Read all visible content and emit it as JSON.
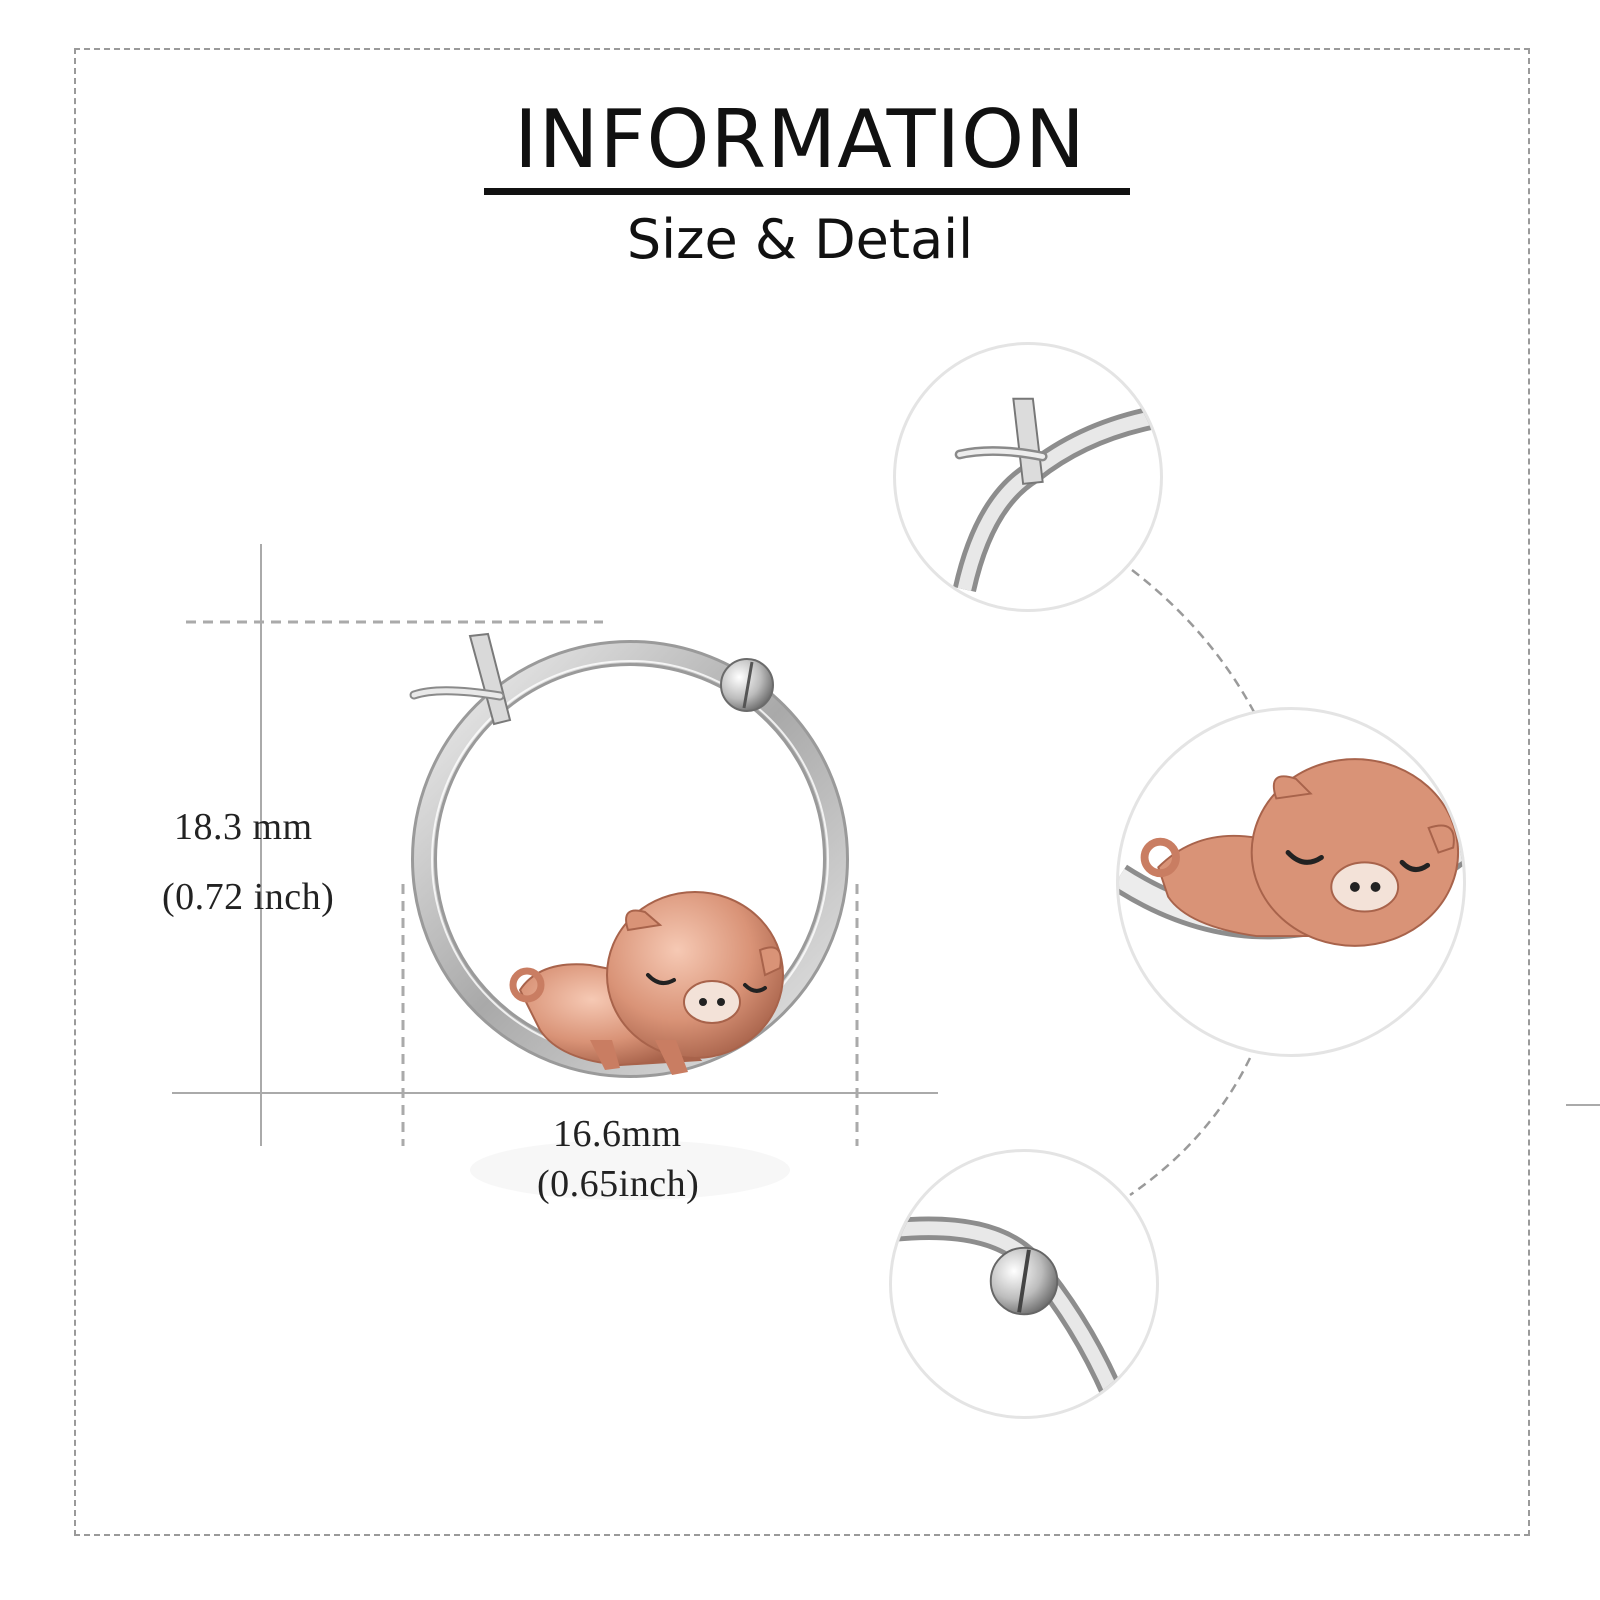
{
  "header": {
    "title": "INFORMATION",
    "subtitle": "Size & Detail"
  },
  "dimensions": {
    "height_mm": "18.3 mm",
    "height_inch": "(0.72 inch)",
    "width_mm": "16.6mm",
    "width_inch": "(0.65inch)"
  },
  "colors": {
    "frame": "#9a9a9a",
    "silver": "#c9c9c9",
    "rose_gold": "#d99377",
    "text": "#111111"
  },
  "details": [
    {
      "icon": "clasp-hook-icon"
    },
    {
      "icon": "sleeping-pig-icon"
    },
    {
      "icon": "hinge-ball-icon"
    }
  ]
}
